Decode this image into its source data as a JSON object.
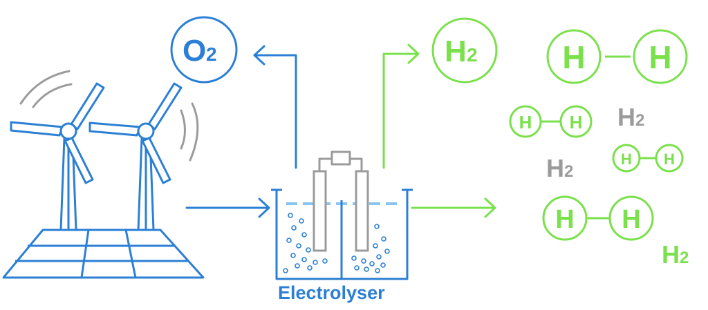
{
  "labels": {
    "oxygen_symbol": "O",
    "oxygen_subscript": "2",
    "hydrogen_symbol": "H",
    "hydrogen_subscript": "2",
    "electrolyser": "Electrolyser",
    "atom": "H",
    "free_h2_symbol": "H",
    "free_h2_subscript": "2"
  },
  "colors": {
    "blue": "#2b7fd4",
    "green": "#7ae04c",
    "gray": "#9b9b9b",
    "water": "#88c5f0"
  }
}
